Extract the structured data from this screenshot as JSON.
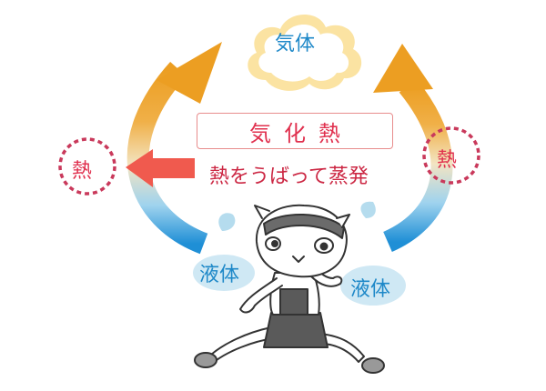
{
  "diagram": {
    "gas_label": "気体",
    "heat_left_label": "熱",
    "heat_right_label": "熱",
    "title": "気化熱",
    "caption": "熱をうばって蒸発",
    "liquid_left_label": "液体",
    "liquid_right_label": "液体"
  },
  "colors": {
    "arrow_orange": "#efa52e",
    "arrow_blue": "#1f8fd6",
    "heat_arrow": "#f05a4e",
    "heat_ring": "#c9395b",
    "text_blue": "#1e88c8",
    "text_red": "#e0304e",
    "cloud": "#fbe3a2"
  }
}
